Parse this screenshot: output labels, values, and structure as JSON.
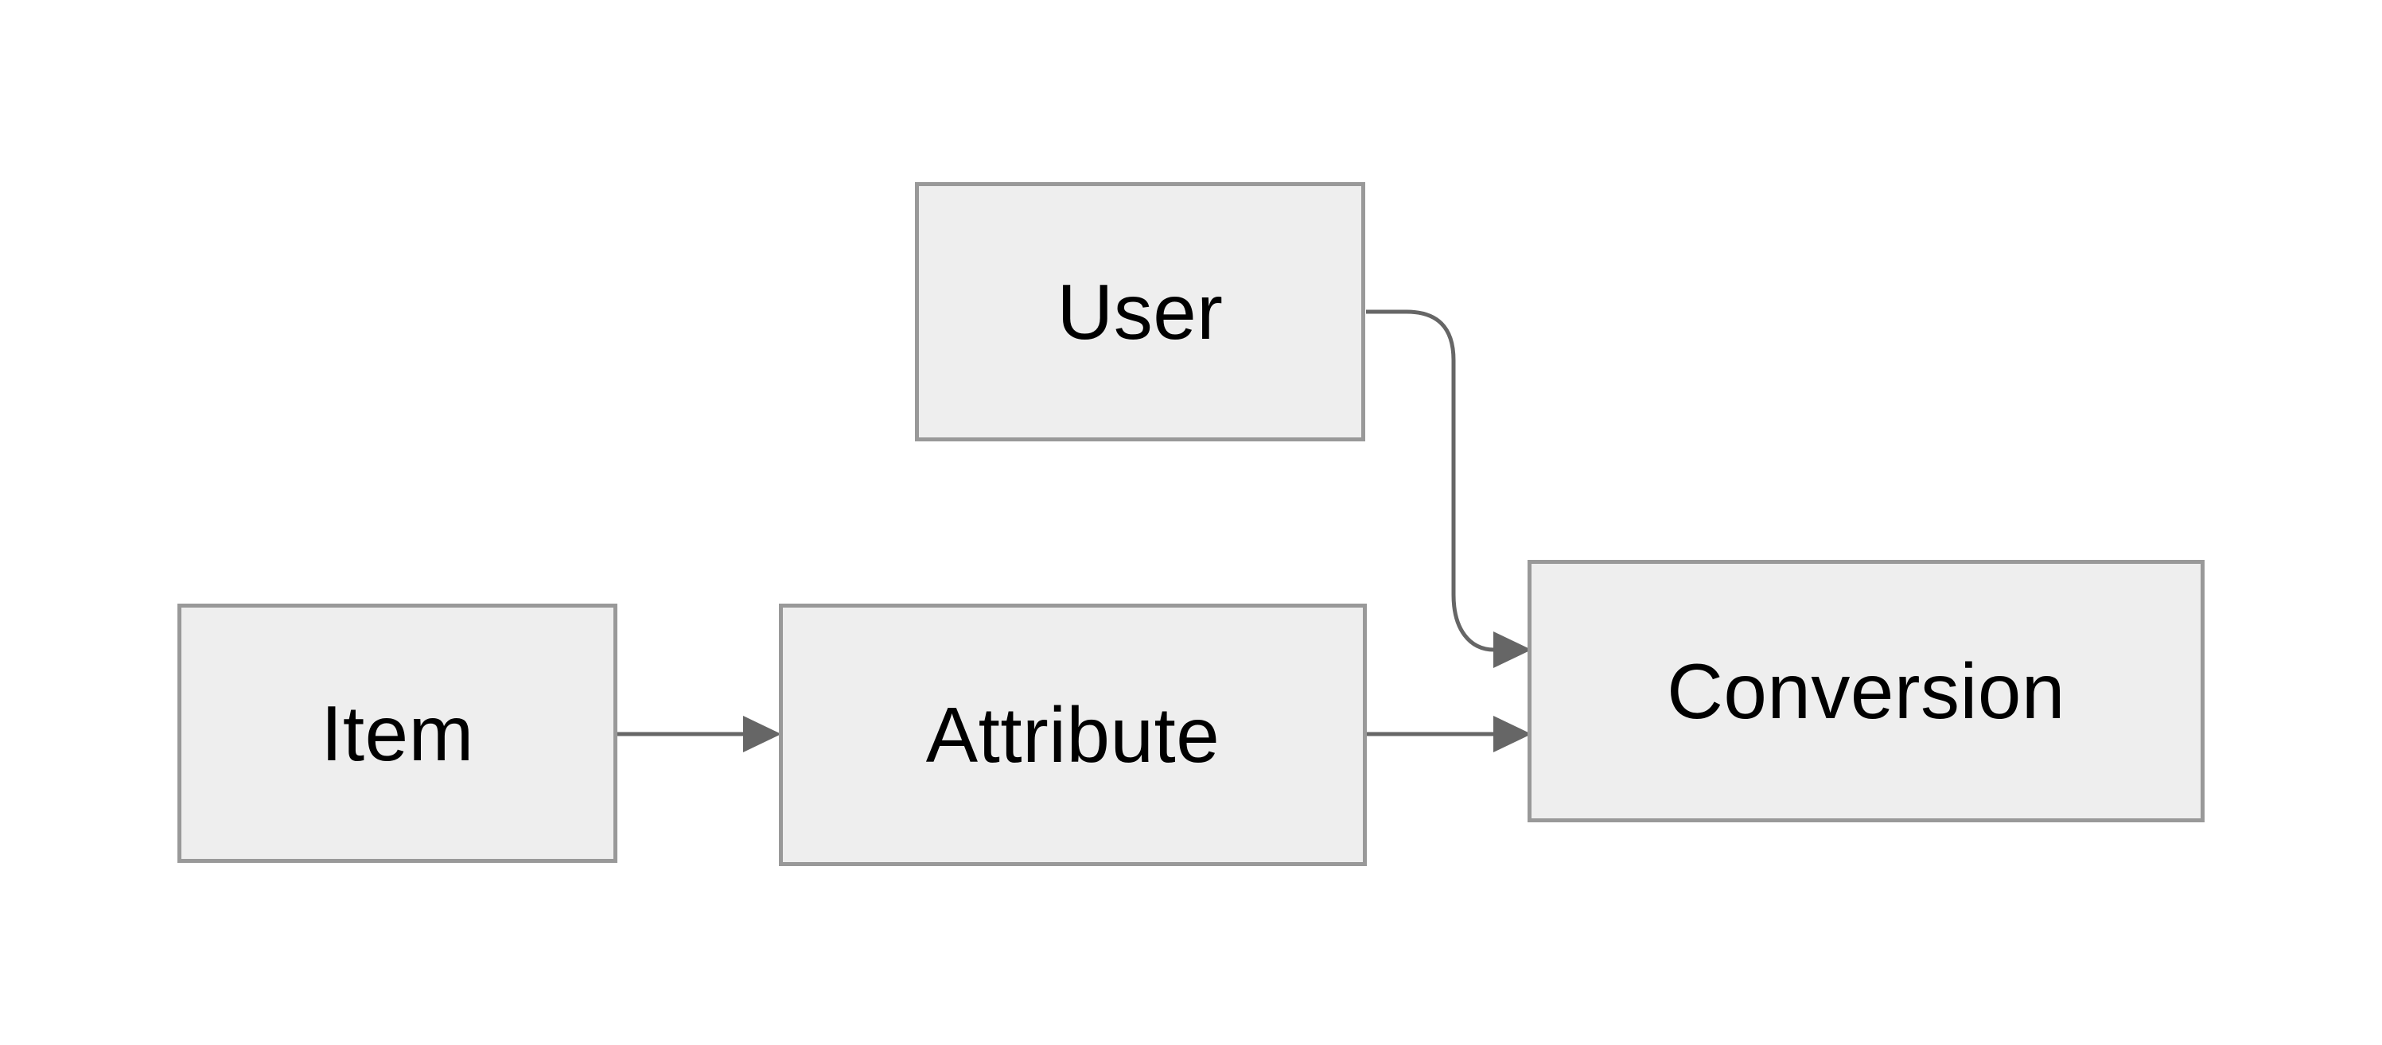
{
  "diagram": {
    "type": "flowchart",
    "direction": "left-to-right",
    "nodes": [
      {
        "id": "user",
        "label": "User"
      },
      {
        "id": "item",
        "label": "Item"
      },
      {
        "id": "attribute",
        "label": "Attribute"
      },
      {
        "id": "conversion",
        "label": "Conversion"
      }
    ],
    "edges": [
      {
        "from": "User",
        "to": "Conversion",
        "style": "curved"
      },
      {
        "from": "Item",
        "to": "Attribute",
        "style": "straight"
      },
      {
        "from": "Attribute",
        "to": "Conversion",
        "style": "straight"
      }
    ],
    "colors": {
      "background": "#ffffff",
      "node_fill": "#eeeeee",
      "node_border": "#999999",
      "edge_stroke": "#666666",
      "arrowhead_fill": "#666666",
      "label_text": "#000000"
    }
  }
}
